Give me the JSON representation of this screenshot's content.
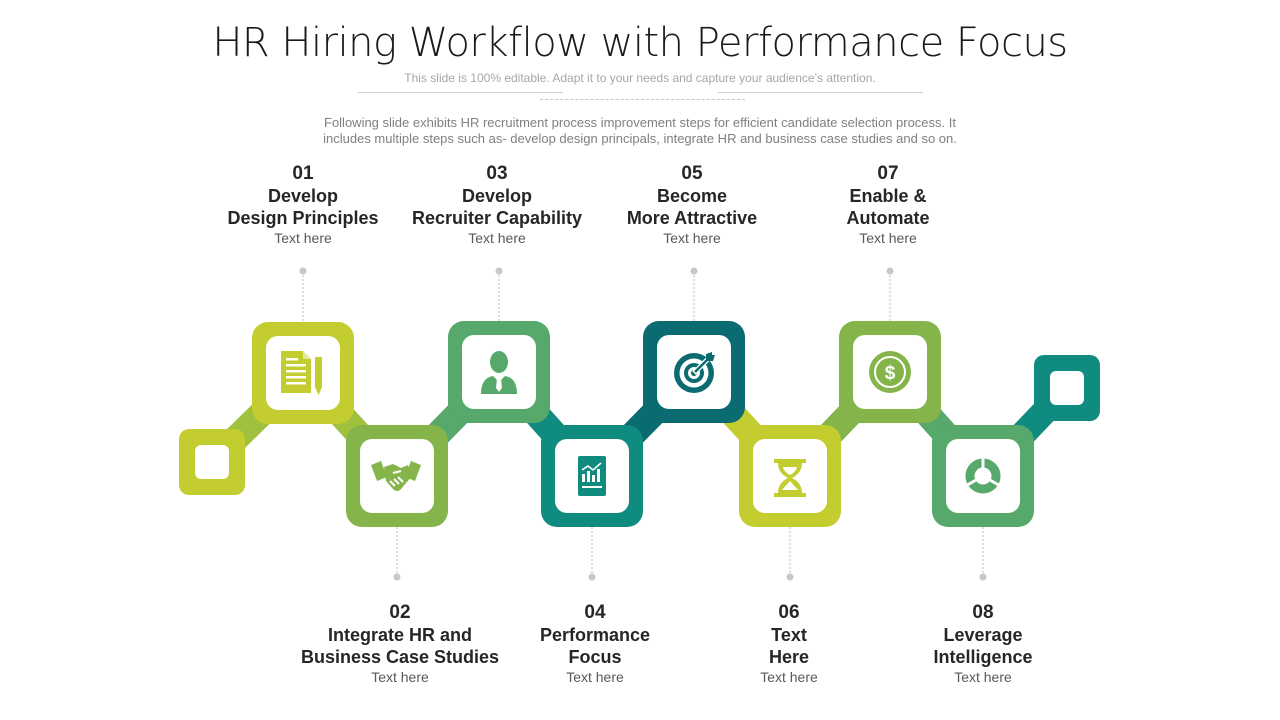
{
  "title": "HR Hiring Workflow with Performance Focus",
  "subtitle": "This slide is 100% editable. Adapt it to your needs and capture your audience’s attention.",
  "description_line1": "Following slide exhibits HR recruitment process improvement steps for efficient candidate selection process. It",
  "description_line2": "includes multiple steps such as- develop design principals, integrate HR and business case studies and so on.",
  "colors": {
    "lime": "#c3cd2f",
    "yellow_green": "#9fc13e",
    "light_green": "#85b54a",
    "green": "#56a96b",
    "teal": "#0f8b80",
    "dark_teal": "#0a6b70",
    "dot": "#c8c8c8"
  },
  "steps": [
    {
      "number": "01",
      "title_line1": "Develop",
      "title_line2": "Design Principles",
      "text": "Text here",
      "icon": "document-pencil-icon"
    },
    {
      "number": "02",
      "title_line1": "Integrate HR and",
      "title_line2": "Business Case Studies",
      "text": "Text here",
      "icon": "handshake-icon"
    },
    {
      "number": "03",
      "title_line1": "Develop",
      "title_line2": "Recruiter Capability",
      "text": "Text here",
      "icon": "businessman-icon"
    },
    {
      "number": "04",
      "title_line1": "Performance",
      "title_line2": "Focus",
      "text": "Text here",
      "icon": "report-chart-icon"
    },
    {
      "number": "05",
      "title_line1": "Become",
      "title_line2": "More Attractive",
      "text": "Text here",
      "icon": "target-icon"
    },
    {
      "number": "06",
      "title_line1": "Text",
      "title_line2": "Here",
      "text": "Text here",
      "icon": "hourglass-icon"
    },
    {
      "number": "07",
      "title_line1": "Enable &",
      "title_line2": "Automate",
      "text": "Text here",
      "icon": "dollar-coin-icon"
    },
    {
      "number": "08",
      "title_line1": "Leverage",
      "title_line2": "Intelligence",
      "text": "Text here",
      "icon": "ring-chart-icon"
    }
  ]
}
